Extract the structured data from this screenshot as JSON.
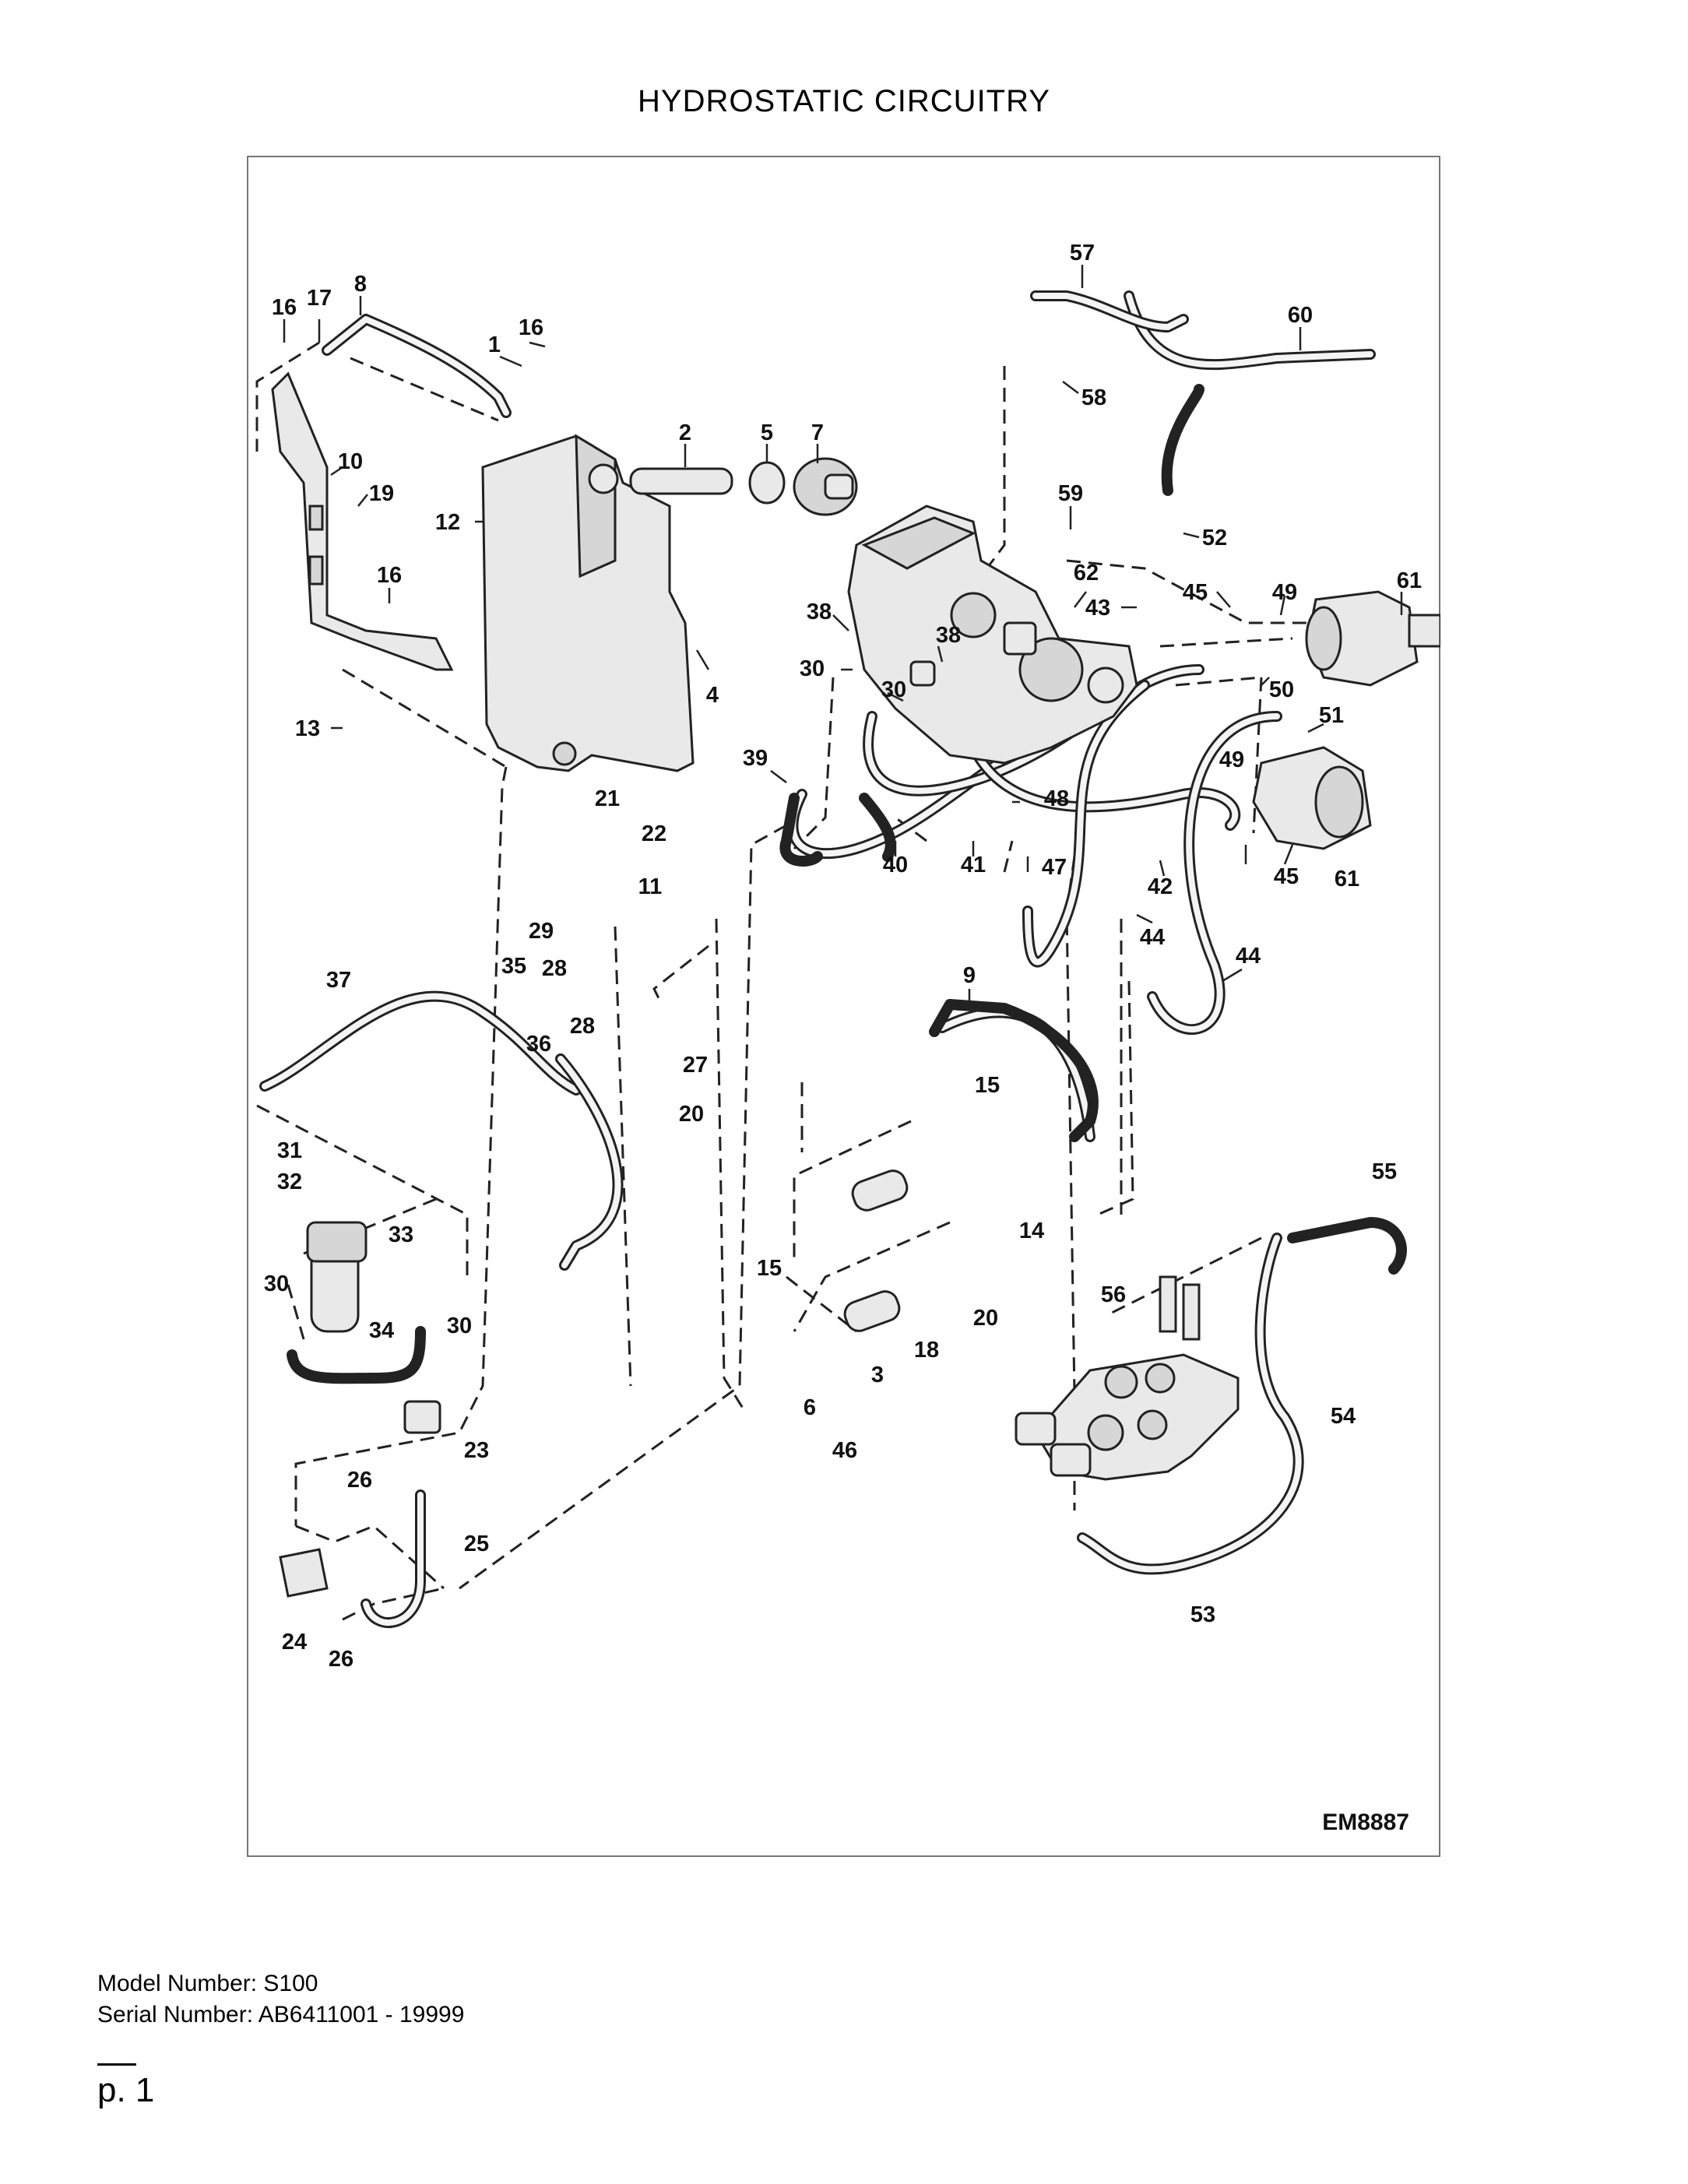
{
  "page": {
    "title": "HYDROSTATIC CIRCUITRY",
    "model_number": "Model Number: S100",
    "serial_number": "Serial Number: AB6411001 - 19999",
    "page_number": "p. 1"
  },
  "diagram": {
    "figure_code": "EM8887",
    "callouts": {
      "c1": "1",
      "c2": "2",
      "c3": "3",
      "c4": "4",
      "c5": "5",
      "c6": "6",
      "c7": "7",
      "c8": "8",
      "c9": "9",
      "c10": "10",
      "c11": "11",
      "c12": "12",
      "c13": "13",
      "c14": "14",
      "c15a": "15",
      "c15b": "15",
      "c16a": "16",
      "c16b": "16",
      "c16c": "16",
      "c17": "17",
      "c18": "18",
      "c19": "19",
      "c20a": "20",
      "c20b": "20",
      "c21": "21",
      "c22": "22",
      "c23": "23",
      "c24": "24",
      "c25": "25",
      "c26a": "26",
      "c26b": "26",
      "c27": "27",
      "c28a": "28",
      "c28b": "28",
      "c29": "29",
      "c30a": "30",
      "c30b": "30",
      "c30c": "30",
      "c30d": "30",
      "c31": "31",
      "c32": "32",
      "c33": "33",
      "c34": "34",
      "c35": "35",
      "c36": "36",
      "c37": "37",
      "c38a": "38",
      "c38b": "38",
      "c39": "39",
      "c40": "40",
      "c41": "41",
      "c42": "42",
      "c43": "43",
      "c44a": "44",
      "c44b": "44",
      "c45a": "45",
      "c45b": "45",
      "c46": "46",
      "c47": "47",
      "c48": "48",
      "c49a": "49",
      "c49b": "49",
      "c50": "50",
      "c51": "51",
      "c52": "52",
      "c53": "53",
      "c54": "54",
      "c55": "55",
      "c56": "56",
      "c57": "57",
      "c58": "58",
      "c59": "59",
      "c60": "60",
      "c61a": "61",
      "c61b": "61",
      "c62": "62"
    }
  }
}
